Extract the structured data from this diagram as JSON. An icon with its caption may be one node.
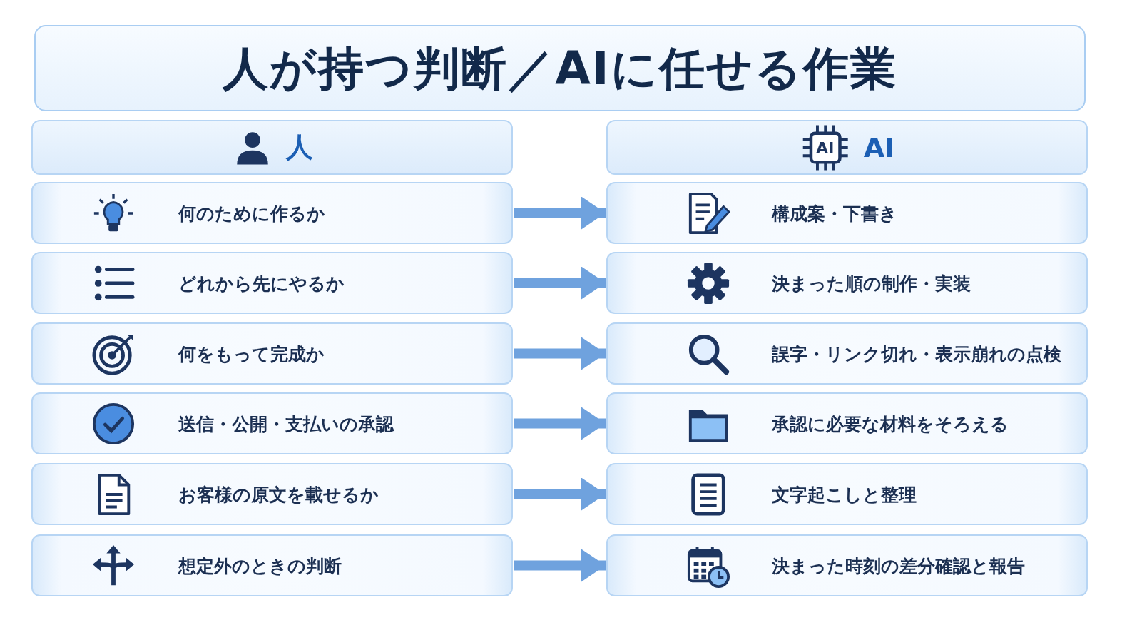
{
  "diagram": {
    "title": "人が持つ判断／AIに任せる作業",
    "nodes": [
      {
        "text": [
          "人"
        ]
      },
      {
        "text": [
          "AI"
        ]
      },
      {
        "text": [
          "何のために作るか"
        ]
      },
      {
        "text": [
          "構成案・下書き"
        ]
      },
      {
        "text": [
          "どれから先にやるか"
        ]
      },
      {
        "text": [
          "決まった順の制作・実装"
        ]
      },
      {
        "text": [
          "何をもって完成か"
        ]
      },
      {
        "text": [
          "誤字・リンク切れ・表示崩れの点検"
        ]
      },
      {
        "text": [
          "送信・公開・支払いの承認"
        ]
      },
      {
        "text": [
          "承認に必要な材料をそろえる"
        ]
      },
      {
        "text": [
          "お客様の原文を載せるか"
        ]
      },
      {
        "text": [
          "文字起こしと整理"
        ]
      },
      {
        "text": [
          "想定外のときの判断"
        ]
      },
      {
        "text": [
          "決まった時刻の差分確認と報告"
        ]
      }
    ],
    "edges": [
      {
        "from": 2,
        "to": 3,
        "arrow": "to"
      },
      {
        "from": 4,
        "to": 5,
        "arrow": "to"
      },
      {
        "from": 6,
        "to": 7,
        "arrow": "to"
      },
      {
        "from": 8,
        "to": 9,
        "arrow": "to"
      },
      {
        "from": 10,
        "to": 11,
        "arrow": "to"
      },
      {
        "from": 12,
        "to": 13,
        "arrow": "to"
      }
    ],
    "labels": [
      "AI"
    ]
  }
}
